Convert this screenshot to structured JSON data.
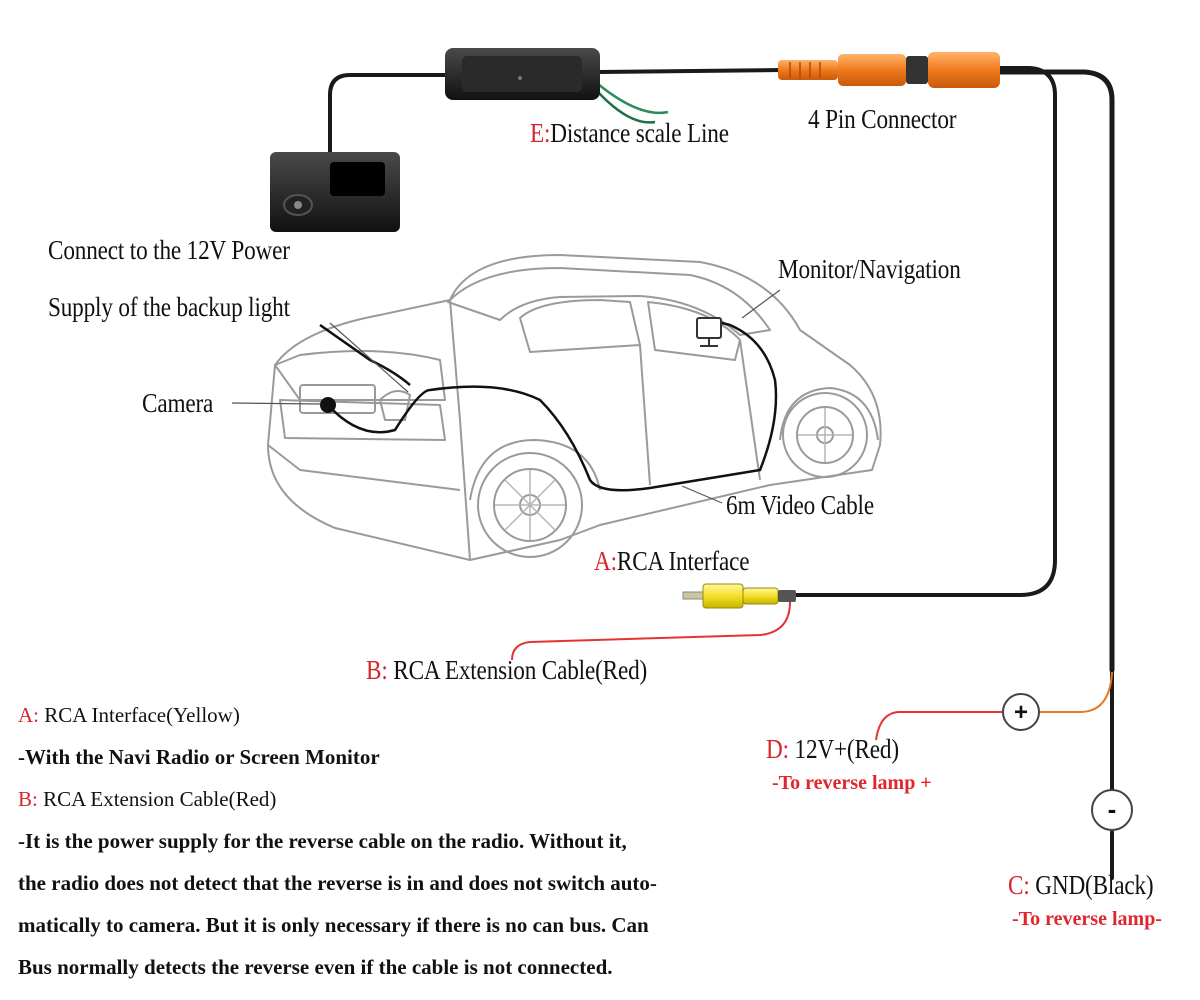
{
  "labels": {
    "e_letter": "E:",
    "e_text": "Distance scale Line",
    "four_pin": "4 Pin Connector",
    "power_line1": "Connect to the 12V Power",
    "power_line2": "Supply of the backup light",
    "monitor": "Monitor/Navigation",
    "camera": "Camera",
    "video_cable": "6m Video Cable",
    "a_letter": "A:",
    "a_text": "RCA Interface",
    "b_letter": "B:",
    "b_text": "RCA Extension Cable(Red)",
    "d_letter": "D:",
    "d_text": "12V+(Red)",
    "d_sub": "-To reverse lamp +",
    "c_letter": "C:",
    "c_text": "GND(Black)",
    "c_sub": "-To reverse lamp-",
    "plus_symbol": "+",
    "minus_symbol": "-"
  },
  "notes": {
    "a_letter": "A:",
    "a_text": "RCA Interface(Yellow)",
    "a_desc": "-With the Navi Radio or Screen Monitor",
    "b_letter": "B:",
    "b_text": "RCA Extension Cable(Red)",
    "b_desc": [
      " -It is the power supply for the reverse cable on the radio. Without it,",
      "the radio does not detect that the reverse is in and does not switch auto-",
      "matically to camera. But it is only necessary if there is no can bus. Can",
      "Bus normally detects the reverse even if the cable is not connected."
    ]
  },
  "colors": {
    "accent_red": "#d6252b",
    "cable_black": "#1a1a1a",
    "connector_orange": "#f07a1c",
    "rca_yellow": "#f2e02a",
    "green_wire": "#2e8b57"
  }
}
